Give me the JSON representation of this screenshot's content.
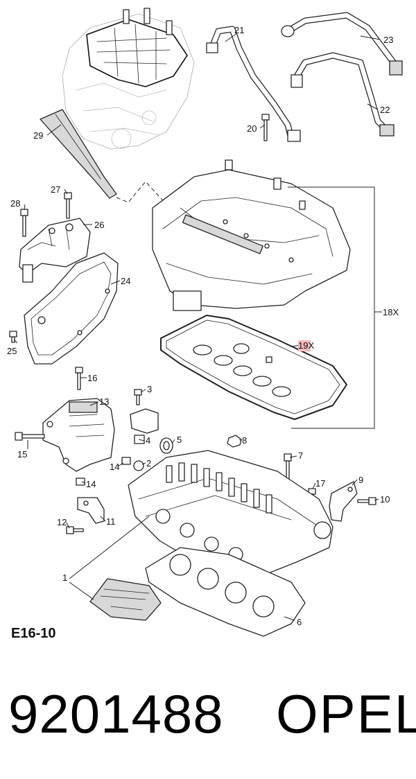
{
  "diagram": {
    "section_code": "E16-10",
    "callouts": {
      "c1": "1",
      "c2": "2",
      "c3": "3",
      "c4": "4",
      "c5": "5",
      "c6": "6",
      "c7": "7",
      "c8": "8",
      "c9": "9",
      "c10": "10",
      "c11": "11",
      "c12": "12",
      "c13": "13",
      "c14a": "14",
      "c14b": "14",
      "c15": "15",
      "c16": "16",
      "c17": "17",
      "c18": "18X",
      "c19": "19X",
      "c20": "20",
      "c21": "21",
      "c22": "22",
      "c23": "23",
      "c24": "24",
      "c25": "25",
      "c26": "26",
      "c27": "27",
      "c28": "28",
      "c29": "29"
    },
    "highlighted_callout": "19X"
  },
  "footer": {
    "part_number": "9201488",
    "brand": "OPEL"
  }
}
